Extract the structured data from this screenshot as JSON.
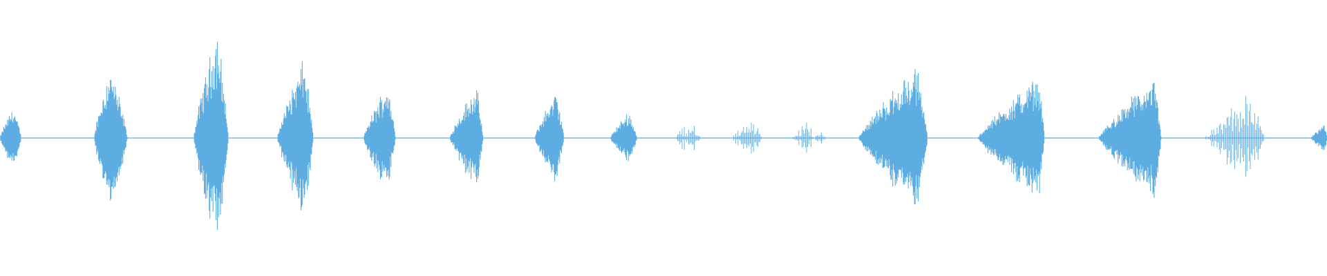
{
  "waveform": {
    "color": "#5dade2",
    "background": "#ffffff",
    "amplitude_range": [
      -1,
      1
    ],
    "duration_fraction_range": [
      0,
      1
    ],
    "bursts": [
      {
        "start": 0.0,
        "peak": 0.01,
        "end": 0.016,
        "amplitude": 0.26,
        "sparse": false
      },
      {
        "start": 0.071,
        "peak": 0.083,
        "end": 0.096,
        "amplitude": 0.6,
        "sparse": false
      },
      {
        "start": 0.146,
        "peak": 0.164,
        "end": 0.172,
        "amplitude": 0.9,
        "sparse": false
      },
      {
        "start": 0.209,
        "peak": 0.229,
        "end": 0.236,
        "amplitude": 0.66,
        "sparse": false
      },
      {
        "start": 0.274,
        "peak": 0.292,
        "end": 0.298,
        "amplitude": 0.45,
        "sparse": false
      },
      {
        "start": 0.339,
        "peak": 0.359,
        "end": 0.364,
        "amplitude": 0.43,
        "sparse": false
      },
      {
        "start": 0.403,
        "peak": 0.419,
        "end": 0.425,
        "amplitude": 0.39,
        "sparse": false
      },
      {
        "start": 0.46,
        "peak": 0.474,
        "end": 0.48,
        "amplitude": 0.22,
        "sparse": false
      },
      {
        "start": 0.509,
        "peak": 0.522,
        "end": 0.528,
        "amplitude": 0.2,
        "sparse": true
      },
      {
        "start": 0.552,
        "peak": 0.566,
        "end": 0.574,
        "amplitude": 0.2,
        "sparse": true
      },
      {
        "start": 0.597,
        "peak": 0.608,
        "end": 0.614,
        "amplitude": 0.15,
        "sparse": true
      },
      {
        "start": 0.614,
        "peak": 0.619,
        "end": 0.623,
        "amplitude": 0.1,
        "sparse": true
      },
      {
        "start": 0.647,
        "peak": 0.691,
        "end": 0.699,
        "amplitude": 0.58,
        "sparse": false
      },
      {
        "start": 0.737,
        "peak": 0.783,
        "end": 0.787,
        "amplitude": 0.5,
        "sparse": false
      },
      {
        "start": 0.828,
        "peak": 0.87,
        "end": 0.875,
        "amplitude": 0.49,
        "sparse": false
      },
      {
        "start": 0.908,
        "peak": 0.946,
        "end": 0.953,
        "amplitude": 0.41,
        "sparse": true
      },
      {
        "start": 0.988,
        "peak": 0.998,
        "end": 1.0,
        "amplitude": 0.12,
        "sparse": false
      }
    ],
    "noise_floor": 0.012
  }
}
